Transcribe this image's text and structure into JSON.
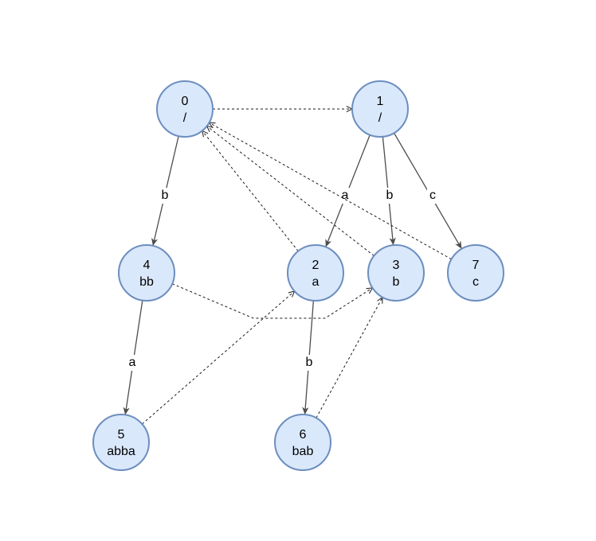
{
  "diagram": {
    "nodes": [
      {
        "id": "0",
        "label": "0",
        "sublabel": "/"
      },
      {
        "id": "1",
        "label": "1",
        "sublabel": "/"
      },
      {
        "id": "4",
        "label": "4",
        "sublabel": "bb"
      },
      {
        "id": "2",
        "label": "2",
        "sublabel": "a"
      },
      {
        "id": "3",
        "label": "3",
        "sublabel": "b"
      },
      {
        "id": "7",
        "label": "7",
        "sublabel": "c"
      },
      {
        "id": "5",
        "label": "5",
        "sublabel": "abba"
      },
      {
        "id": "6",
        "label": "6",
        "sublabel": "bab"
      }
    ],
    "edges": [
      {
        "from": "1",
        "to": "2",
        "label": "a",
        "style": "solid"
      },
      {
        "from": "1",
        "to": "3",
        "label": "b",
        "style": "solid"
      },
      {
        "from": "1",
        "to": "7",
        "label": "c",
        "style": "solid"
      },
      {
        "from": "0",
        "to": "4",
        "label": "b",
        "style": "solid"
      },
      {
        "from": "4",
        "to": "5",
        "label": "a",
        "style": "solid"
      },
      {
        "from": "2",
        "to": "6",
        "label": "b",
        "style": "solid"
      },
      {
        "from": "0",
        "to": "1",
        "label": "",
        "style": "dashed"
      },
      {
        "from": "2",
        "to": "0",
        "label": "",
        "style": "dashed"
      },
      {
        "from": "3",
        "to": "0",
        "label": "",
        "style": "dashed"
      },
      {
        "from": "7",
        "to": "0",
        "label": "",
        "style": "dashed"
      },
      {
        "from": "4",
        "to": "3",
        "label": "",
        "style": "dashed"
      },
      {
        "from": "5",
        "to": "2",
        "label": "",
        "style": "dashed"
      },
      {
        "from": "6",
        "to": "3",
        "label": "",
        "style": "dashed"
      }
    ]
  }
}
